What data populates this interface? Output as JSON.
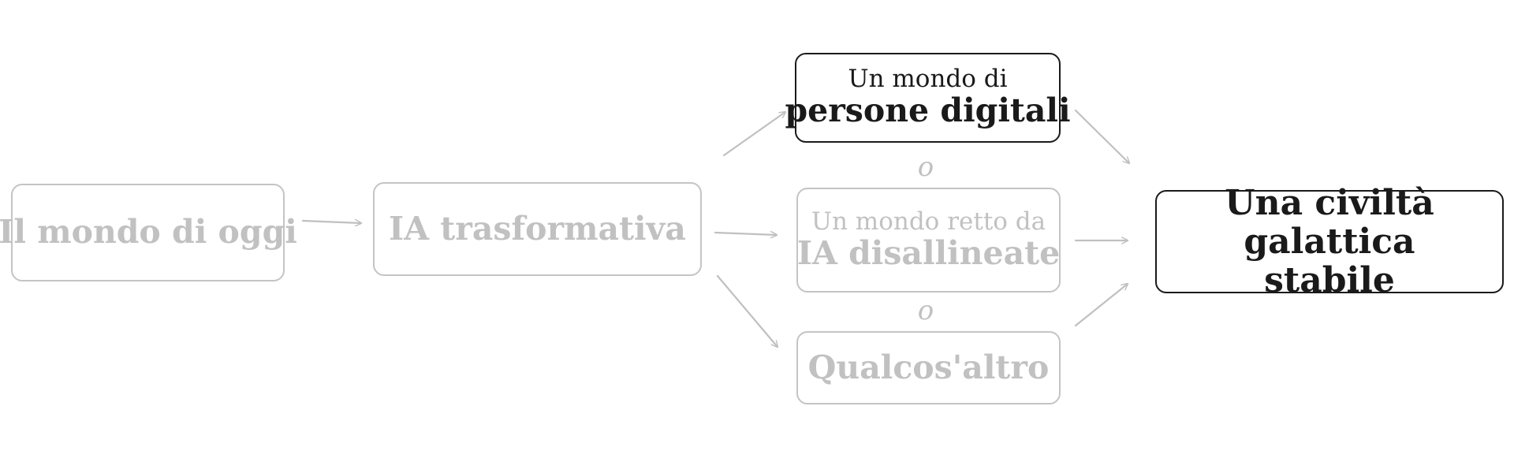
{
  "diagram": {
    "start": {
      "label": "Il mondo di oggi"
    },
    "transformative": {
      "label": "IA trasformativa"
    },
    "outcomes": {
      "digital_people": {
        "prefix": "Un mondo di",
        "label": "persone digitali"
      },
      "misaligned_ai": {
        "prefix": "Un mondo retto da",
        "label": "IA disallineate"
      },
      "other": {
        "label": "Qualcos'altro"
      }
    },
    "separators": {
      "or_1": "o",
      "or_2": "o"
    },
    "final": {
      "line1": "Una civiltà galattica",
      "line2": "stabile"
    }
  },
  "colors": {
    "dim_text": "#c1c1c1",
    "dim_border": "#c4c4c4",
    "active": "#1a1a1a",
    "arrow": "#c0c0c0"
  }
}
